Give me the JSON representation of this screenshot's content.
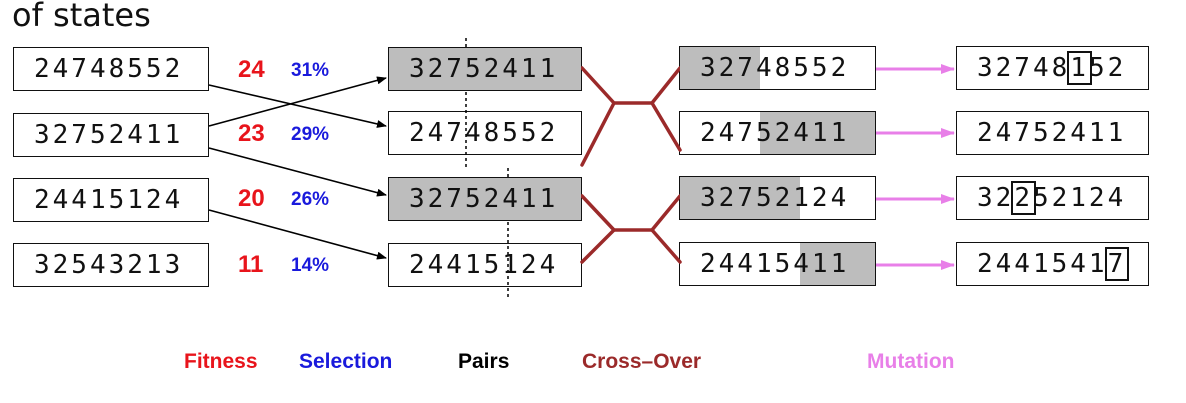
{
  "title": "of states",
  "population": [
    {
      "state": "24748552",
      "fitness": "24",
      "selection": "31%"
    },
    {
      "state": "32752411",
      "fitness": "23",
      "selection": "29%"
    },
    {
      "state": "24415124",
      "fitness": "20",
      "selection": "26%"
    },
    {
      "state": "32543213",
      "fitness": "11",
      "selection": "14%"
    }
  ],
  "pairs": [
    "32752411",
    "24748552",
    "32752411",
    "24415124"
  ],
  "crossover": [
    "32748552",
    "24752411",
    "32752124",
    "24415411"
  ],
  "mutation": [
    {
      "before": "32748",
      "mutated": "1",
      "after": "52"
    },
    {
      "before": "24752411",
      "mutated": "",
      "after": ""
    },
    {
      "before": "32",
      "mutated": "2",
      "after": "52124"
    },
    {
      "before": "2441541",
      "mutated": "7",
      "after": ""
    }
  ],
  "legend": {
    "fitness": "Fitness",
    "selection": "Selection",
    "pairs": "Pairs",
    "crossover": "Cross–Over",
    "mutation": "Mutation"
  },
  "colors": {
    "fitness": "#e8141b",
    "selection": "#1a1adc",
    "pairs": "#000000",
    "crossover": "#9b2a2a",
    "mutation": "#e87fe8",
    "shade": "#bdbdbd"
  }
}
